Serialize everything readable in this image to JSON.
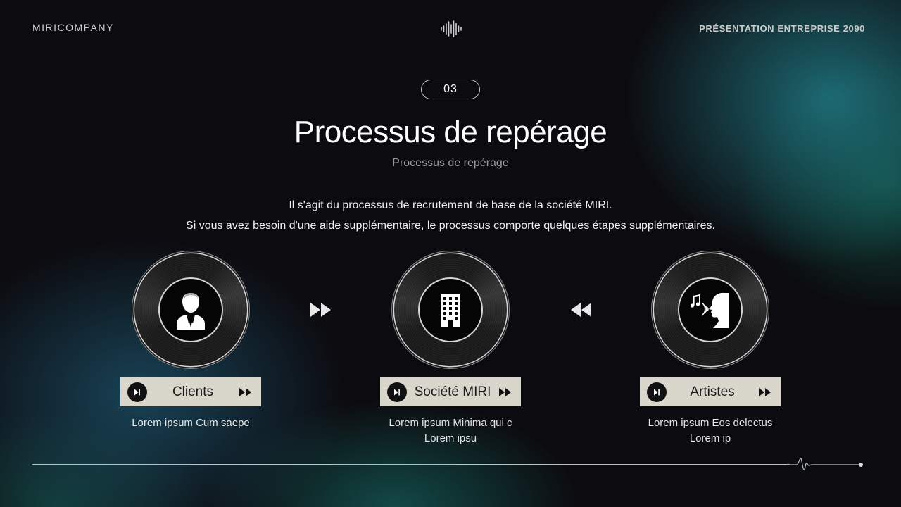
{
  "header": {
    "brand": "MIRICOMPANY",
    "deck_title": "PRÉSENTATION ENTREPRISE 2090",
    "logo_icon": "sound-wave-icon"
  },
  "slide": {
    "number": "03",
    "title": "Processus de repérage",
    "subtitle": "Processus de repérage",
    "description_lines": [
      "Il s'agit du processus de recrutement de base de la société MIRI.",
      "Si vous avez besoin d'une aide supplémentaire, le processus comporte quelques étapes supplémentaires."
    ]
  },
  "steps": [
    {
      "label": "Clients",
      "icon": "businessman-icon",
      "caption_lines": [
        "Lorem ipsum Cum saepe"
      ]
    },
    {
      "label": "Société MIRI",
      "icon": "office-building-icon",
      "caption_lines": [
        "Lorem ipsum Minima qui c",
        "Lorem ipsu"
      ]
    },
    {
      "label": "Artistes",
      "icon": "singer-icon",
      "caption_lines": [
        "Lorem ipsum Eos delectus",
        "Lorem ip"
      ]
    }
  ],
  "connectors": [
    "fast-forward-icon",
    "rewind-icon"
  ],
  "colors": {
    "background": "#0c0b0f",
    "accent_teal": "#1f7882",
    "player_bar": "#d9d6cc",
    "text": "#ffffff"
  }
}
